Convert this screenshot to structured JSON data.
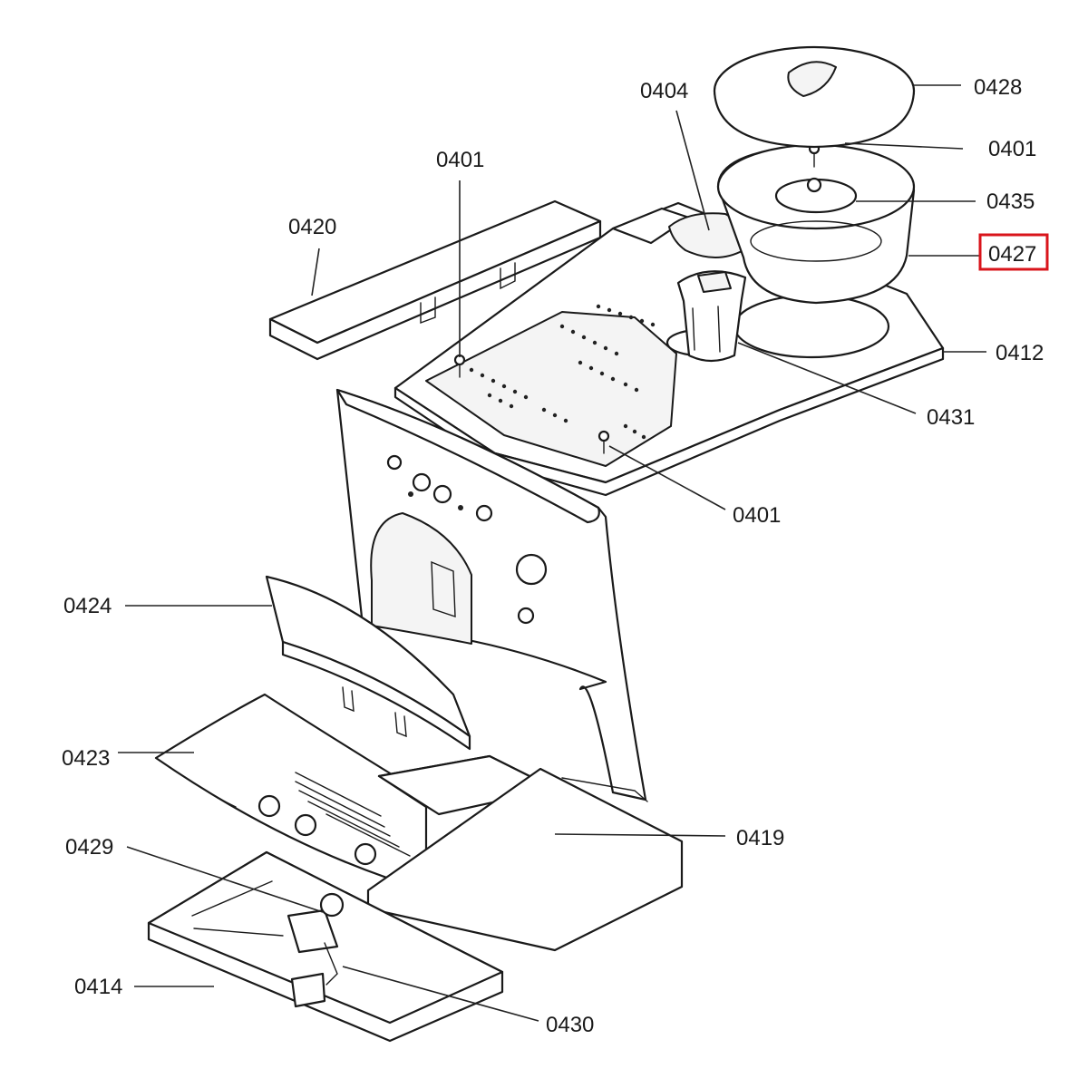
{
  "highlight_color": "#d9141b",
  "callouts": {
    "c0401_screw_left": "0401",
    "c0420": "0420",
    "c0404": "0404",
    "c0428": "0428",
    "c0401_top_right": "0401",
    "c0435": "0435",
    "c0427": "0427",
    "c0412": "0412",
    "c0431": "0431",
    "c0401_lower": "0401",
    "c0424": "0424",
    "c0423": "0423",
    "c0419": "0419",
    "c0429": "0429",
    "c0414": "0414",
    "c0430": "0430"
  }
}
